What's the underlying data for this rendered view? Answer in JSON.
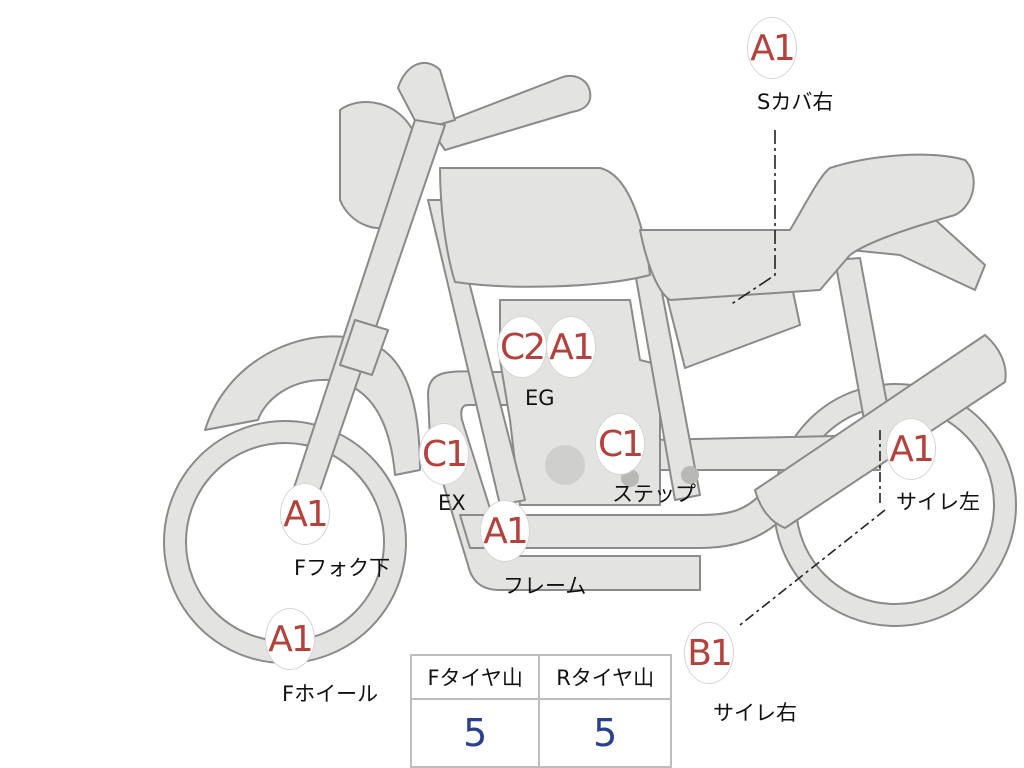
{
  "markers": {
    "scover_right": "A1",
    "engine_c2": "C2",
    "engine_a1": "A1",
    "step": "C1",
    "exhaust": "C1",
    "muffler_left": "A1",
    "fork_lower": "A1",
    "frame": "A1",
    "front_wheel": "A1",
    "muffler_right": "B1"
  },
  "labels": {
    "scover_right": "Sカバ右",
    "engine": "EG",
    "step": "ステップ",
    "exhaust": "EX",
    "muffler_left": "サイレ左",
    "fork_lower": "Fフォク下",
    "frame": "フレーム",
    "front_wheel": "Fホイール",
    "muffler_right": "サイレ右"
  },
  "tire_table": {
    "headers": [
      "Fタイヤ山",
      "Rタイヤ山"
    ],
    "values": [
      "5",
      "5"
    ]
  },
  "colors": {
    "body_fill": "#e3e3e1",
    "outline": "#8a8a8a",
    "grade_text": "#b5413d",
    "value_text": "#2b3f8f"
  }
}
